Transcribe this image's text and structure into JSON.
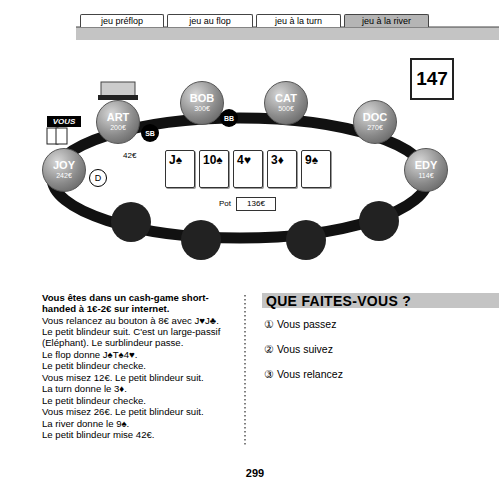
{
  "diagram": {
    "nodes": [
      {
        "text": [
          "jeu préflop"
        ]
      },
      {
        "text": [
          "jeu au flop"
        ]
      },
      {
        "text": [
          "jeu à la turn"
        ]
      },
      {
        "text": [
          "jeu à la river"
        ]
      },
      {
        "text": [
          "147"
        ]
      },
      {
        "text": [
          "VOUS"
        ]
      },
      {
        "text": [
          "ART",
          "200€"
        ]
      },
      {
        "text": [
          "SB"
        ]
      },
      {
        "text": [
          "BOB",
          "300€"
        ]
      },
      {
        "text": [
          "BB"
        ]
      },
      {
        "text": [
          "CAT",
          "500€"
        ]
      },
      {
        "text": [
          "DOC",
          "270€"
        ]
      },
      {
        "text": [
          "JOY",
          "242€"
        ]
      },
      {
        "text": [
          "D"
        ]
      },
      {
        "text": [
          "EDY",
          "114€"
        ]
      },
      {
        "text": [
          "J♠"
        ]
      },
      {
        "text": [
          "10♠"
        ]
      },
      {
        "text": [
          "4♥"
        ]
      },
      {
        "text": [
          "3♦"
        ]
      },
      {
        "text": [
          "9♠"
        ]
      },
      {
        "text": [
          "Pot",
          "136€"
        ]
      },
      {
        "text": [
          "QUE FAITES-VOUS ?"
        ]
      }
    ],
    "labels": [
      "42€",
      "Vous êtes dans un cash-game short-handed à 1€-2€ sur internet.",
      "Vous relancez au bouton à 8€ avec J♥J♣.",
      "Le petit blindeur suit. C'est un large-passif (Eléphant). Le surblindeur passe.",
      "Le flop donne J♠T♠4♥.",
      "Le petit blindeur checke.",
      "Vous misez 12€. Le petit blindeur suit.",
      "La turn donne le 3♦.",
      "Le petit blindeur checke.",
      "Vous misez 26€. Le petit blindeur suit.",
      "La river donne le 9♠.",
      "Le petit blindeur mise 42€.",
      "① Vous passez",
      "② Vous suivez",
      "③ Vous relancez",
      "299"
    ]
  }
}
